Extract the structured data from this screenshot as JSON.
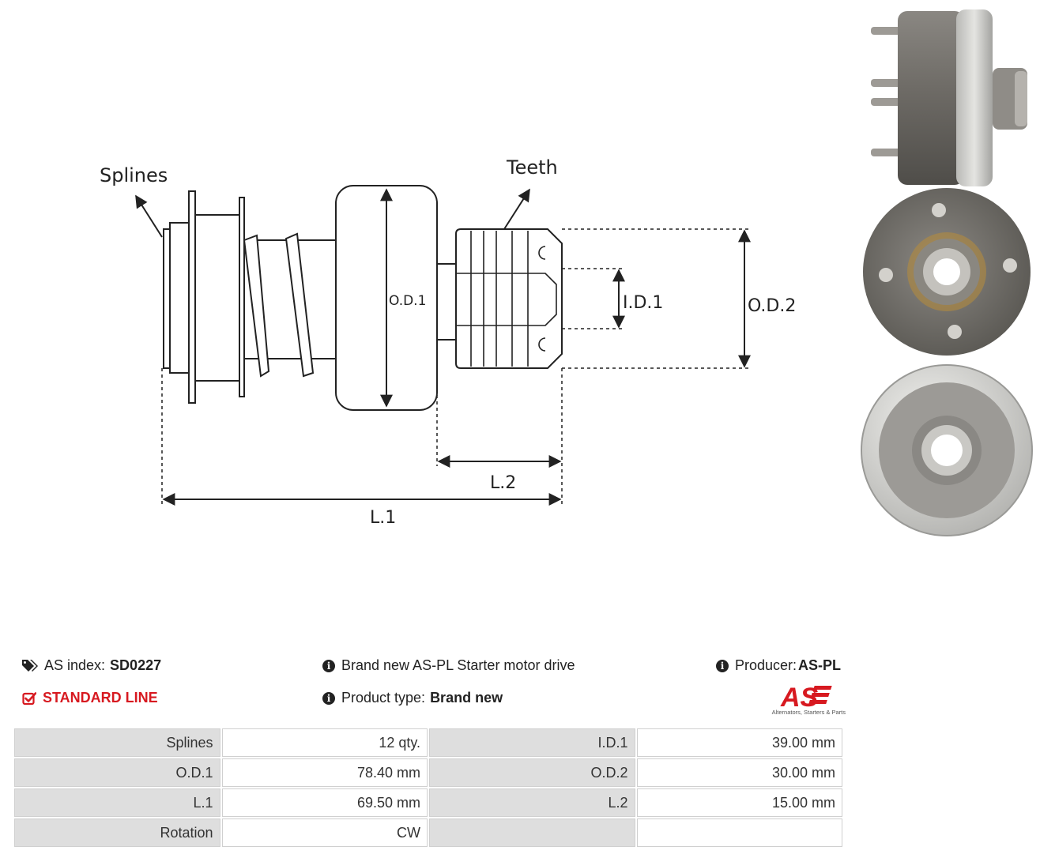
{
  "diagram": {
    "labels": {
      "splines": "Splines",
      "teeth": "Teeth",
      "od1": "O.D.1",
      "id1": "I.D.1",
      "od2": "O.D.2",
      "l2": "L.2",
      "l1": "L.1"
    }
  },
  "info": {
    "as_index_label": "AS index:",
    "as_index_value": "SD0227",
    "description": "Brand new AS-PL Starter motor drive",
    "producer_label": "Producer:",
    "producer_value": "AS-PL",
    "line_label": "STANDARD LINE",
    "product_type_label": "Product type:",
    "product_type_value": "Brand new"
  },
  "logo": {
    "text": "AS",
    "caption": "Alternators, Starters & Parts",
    "color": "#d71920"
  },
  "specs": [
    {
      "k1": "Splines",
      "v1": "12 qty.",
      "k2": "I.D.1",
      "v2": "39.00 mm"
    },
    {
      "k1": "O.D.1",
      "v1": "78.40 mm",
      "k2": "O.D.2",
      "v2": "30.00 mm"
    },
    {
      "k1": "L.1",
      "v1": "69.50 mm",
      "k2": "L.2",
      "v2": "15.00 mm"
    },
    {
      "k1": "Rotation",
      "v1": "CW",
      "k2": "",
      "v2": ""
    }
  ]
}
